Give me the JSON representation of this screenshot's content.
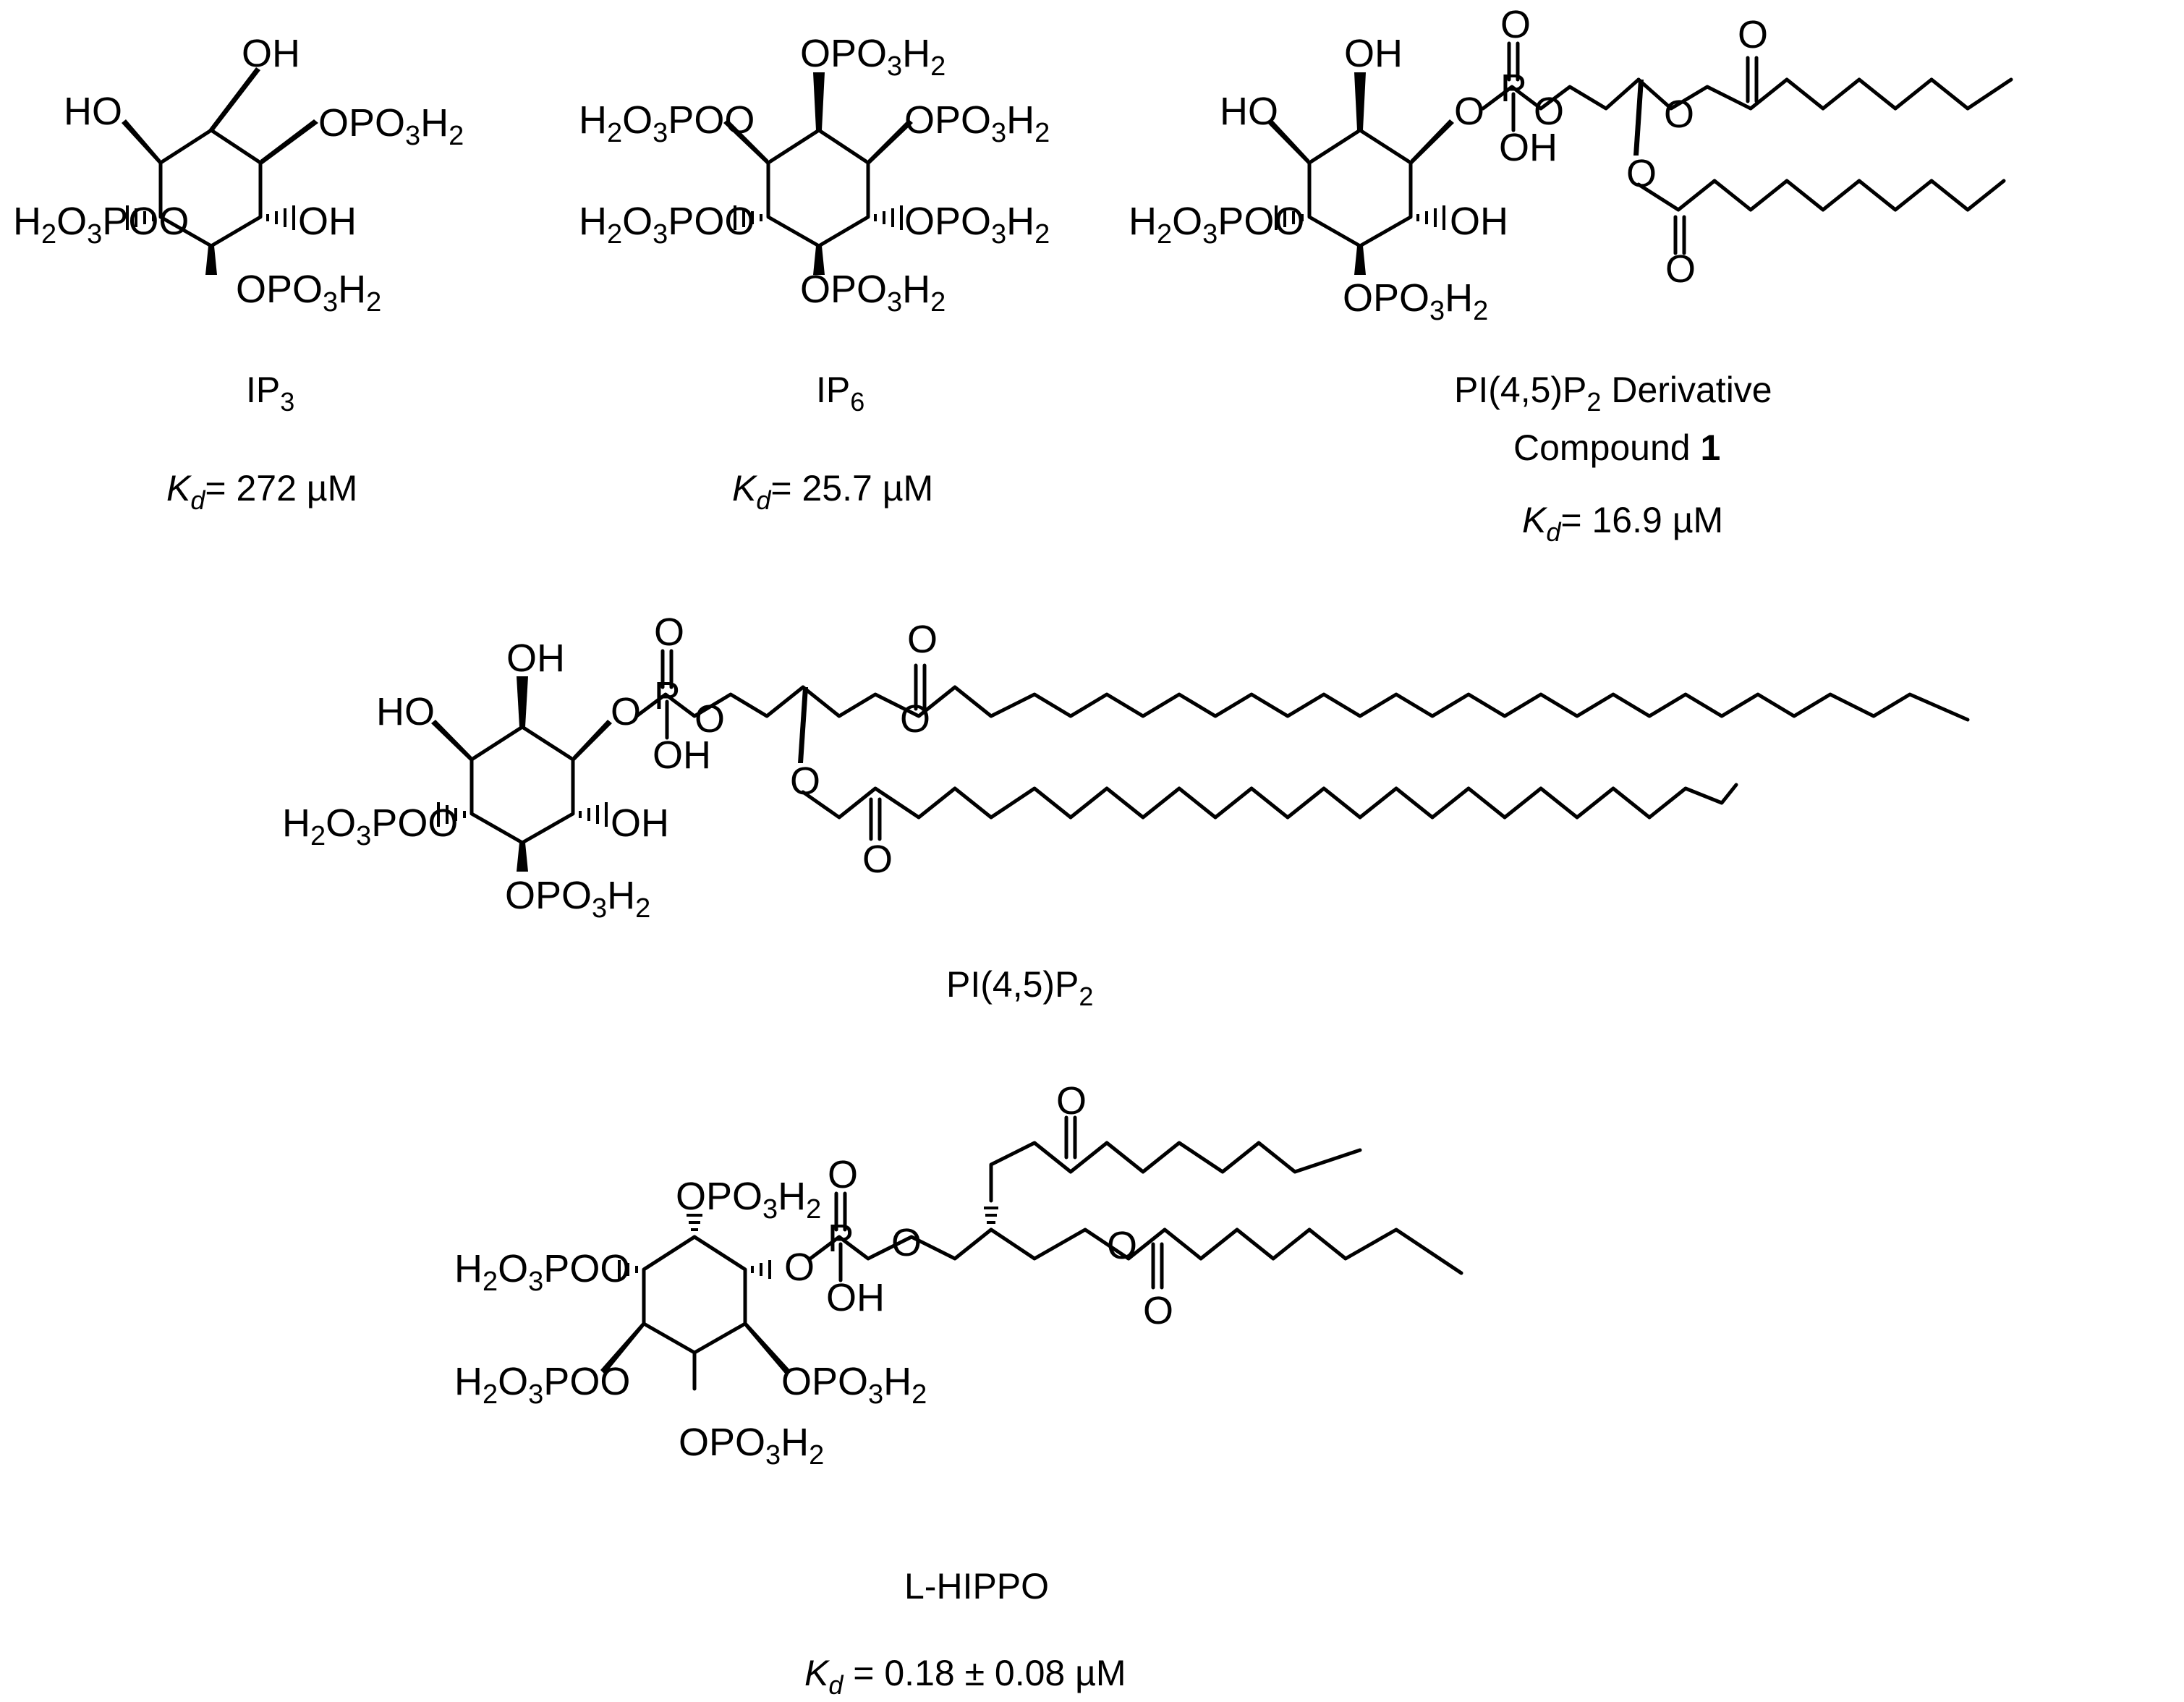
{
  "compounds": [
    {
      "name": "IP3",
      "name_main": "IP",
      "name_sub": "3",
      "kd_value": "= 272 µM"
    },
    {
      "name": "IP6",
      "name_main": "IP",
      "name_sub": "6",
      "kd_value": "= 25.7 µM"
    },
    {
      "name": "PI(4,5)P2 Derivative Compound 1",
      "name_main": "PI(4,5)P",
      "name_sub": "2",
      "name_rest": " Derivative",
      "name_line2": "Compound ",
      "name_bold": "1",
      "kd_value": "= 16.9 µM"
    },
    {
      "name": "PI(4,5)P2",
      "name_main": "PI(4,5)P",
      "name_sub": "2"
    },
    {
      "name": "L-HIPPO",
      "name_main": "L-HIPPO",
      "kd_value": " = 0.18 ± 0.08 µM"
    }
  ],
  "kd_symbol": "K",
  "kd_sub": "d",
  "atom_labels": {
    "oh": "OH",
    "ho": "HO",
    "o": "O",
    "p": "P",
    "h2o3p_pre": "H",
    "h2o3p_2": "2",
    "h2o3p_o": "O",
    "h2o3p_3": "3",
    "h2o3p_post": "PO",
    "opo3h2_pre": "OPO",
    "opo3h2_3": "3",
    "opo3h2_h": "H",
    "opo3h2_2": "2"
  }
}
